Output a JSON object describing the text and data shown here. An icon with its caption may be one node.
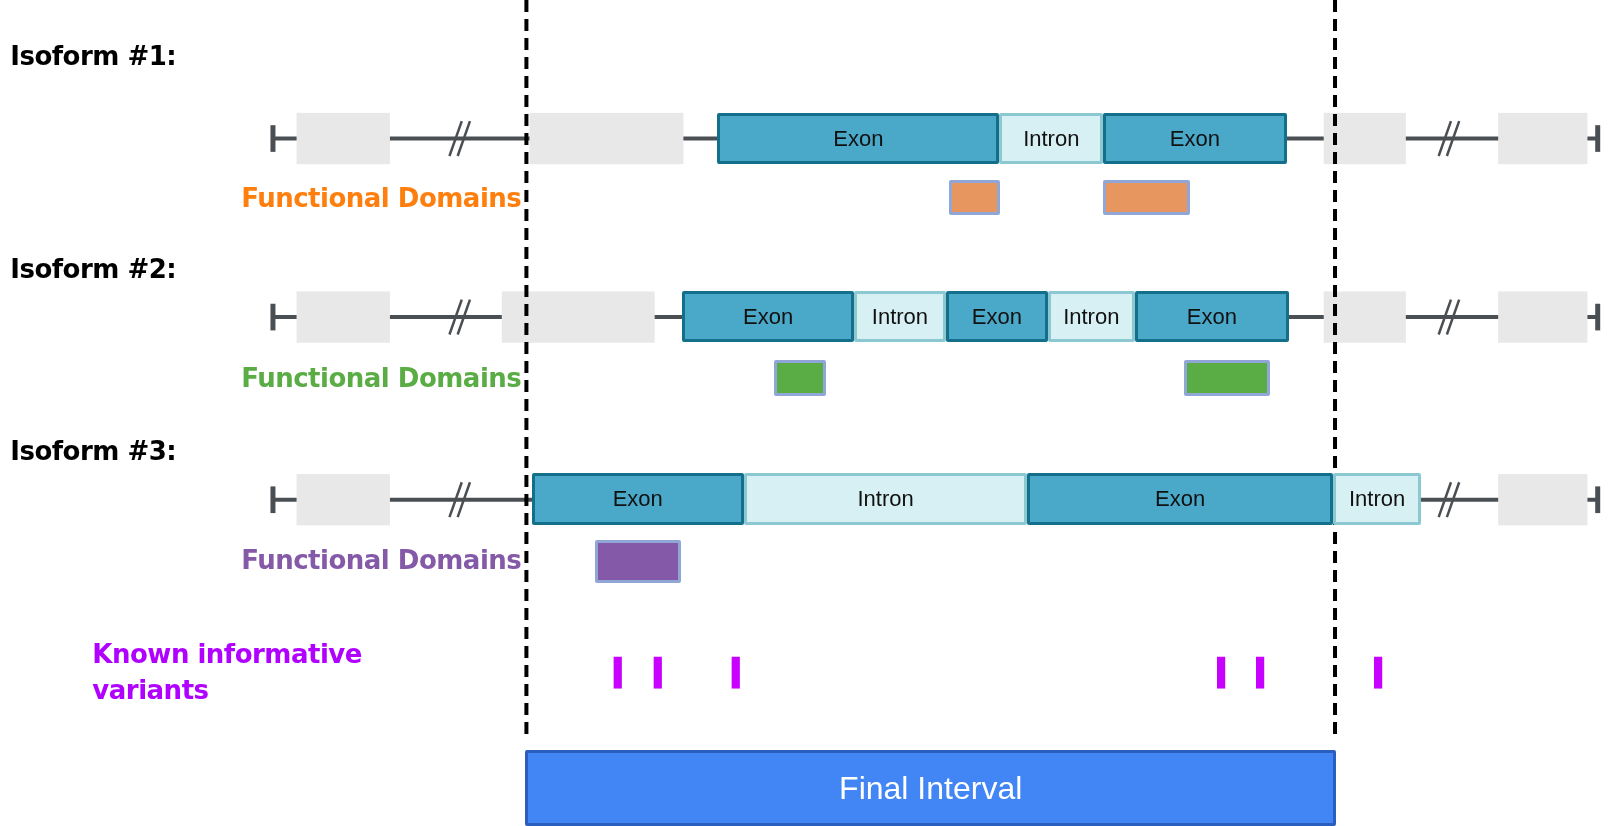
{
  "diagram": {
    "nodes": [
      {
        "text": [
          "Exon"
        ]
      },
      {
        "text": [
          "Intron"
        ]
      },
      {
        "text": [
          "Exon"
        ]
      },
      {
        "text": [],
        "shape": "bar"
      },
      {
        "text": [],
        "shape": "bar"
      },
      {
        "text": [
          "Exon"
        ]
      },
      {
        "text": [
          "Intron"
        ]
      },
      {
        "text": [
          "Exon"
        ]
      },
      {
        "text": [
          "Intron"
        ]
      },
      {
        "text": [
          "Exon"
        ]
      },
      {
        "text": [],
        "shape": "bar"
      },
      {
        "text": [],
        "shape": "bar"
      },
      {
        "text": [
          "Exon"
        ]
      },
      {
        "text": [
          "Intron"
        ]
      },
      {
        "text": [
          "Exon"
        ]
      },
      {
        "text": [
          "Intron"
        ]
      },
      {
        "text": [],
        "shape": "bar"
      },
      {
        "text": [
          "Final Interval"
        ]
      }
    ],
    "labels": [
      "Isoform #1:",
      "Functional Domains",
      "Isoform #2:",
      "Functional Domains",
      "Isoform #3:",
      "Functional Domains",
      "Known informative variants"
    ]
  }
}
